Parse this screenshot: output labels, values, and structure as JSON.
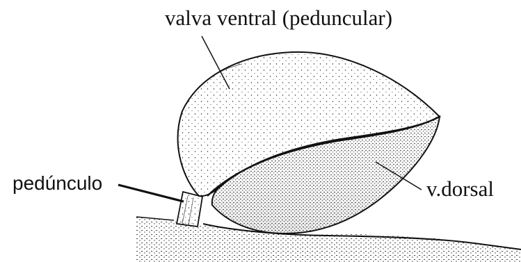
{
  "labels": {
    "ventral_valve": "valva ventral (peduncular)",
    "peduncle": "pedúnculo",
    "dorsal_valve": "v.dorsal"
  },
  "colors": {
    "ink": "#111111",
    "background": "#ffffff"
  }
}
